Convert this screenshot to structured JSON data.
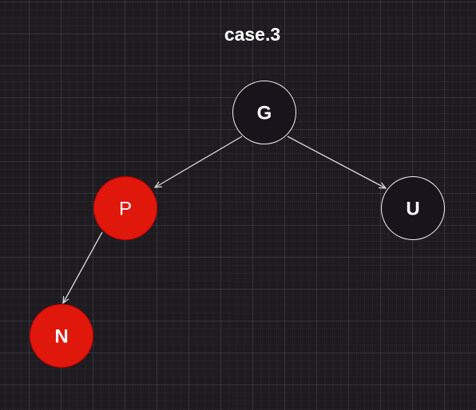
{
  "title": "case.3",
  "colors": {
    "background": "#1d1b20",
    "black_node_fill": "#17151b",
    "black_node_stroke": "#f0f0f0",
    "red_node_fill": "#e0170b",
    "red_node_stroke": "#c00000",
    "edge": "#d8d8d8",
    "text": "#ffffff"
  },
  "nodes": [
    {
      "id": "G",
      "label": "G",
      "color": "black",
      "bold": true
    },
    {
      "id": "P",
      "label": "P",
      "color": "red",
      "bold": false
    },
    {
      "id": "U",
      "label": "U",
      "color": "black",
      "bold": true
    },
    {
      "id": "N",
      "label": "N",
      "color": "red",
      "bold": true
    }
  ],
  "edges": [
    {
      "from": "G",
      "to": "P"
    },
    {
      "from": "G",
      "to": "U"
    },
    {
      "from": "P",
      "to": "N"
    }
  ]
}
